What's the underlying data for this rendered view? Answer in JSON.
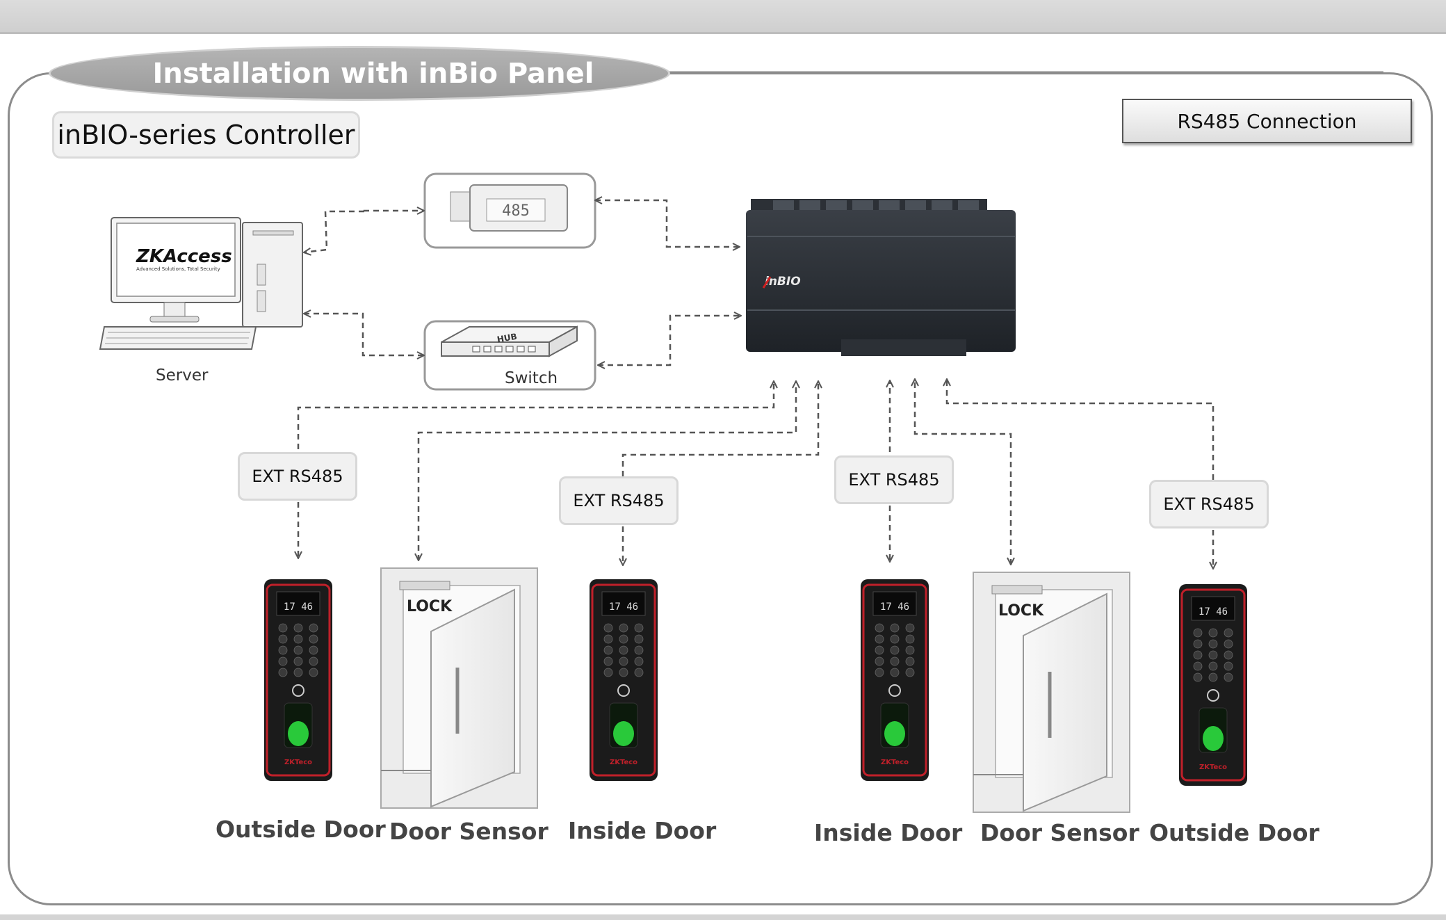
{
  "header": {
    "title": "Installation with inBio Panel"
  },
  "subtitle": "inBIO-series Controller",
  "legend_button": "RS485 Connection",
  "server": {
    "label": "Server",
    "screen_logo": "ZKAccess",
    "screen_tagline": "Advanced Solutions, Total Security"
  },
  "converter": {
    "text": "485"
  },
  "switch": {
    "label": "Switch",
    "hub_text": "HUB"
  },
  "panel": {
    "brand": "inBIO"
  },
  "ext_labels": [
    "EXT RS485",
    "EXT RS485",
    "EXT RS485",
    "EXT RS485"
  ],
  "readers": {
    "time": "17 46",
    "brand": "ZKTeco"
  },
  "lock_label": "LOCK",
  "devices": [
    "Outside Door",
    "Door Sensor",
    "Inside Door",
    "Inside Door",
    "Door Sensor",
    "Outside Door"
  ],
  "colors": {
    "frame": "#8c8c8c",
    "title_pill": "#a6a6a6",
    "connector": "#555555",
    "reader_body": "#1b1b1b",
    "reader_accent": "#c0202a",
    "fingerprint": "#29c93a"
  }
}
